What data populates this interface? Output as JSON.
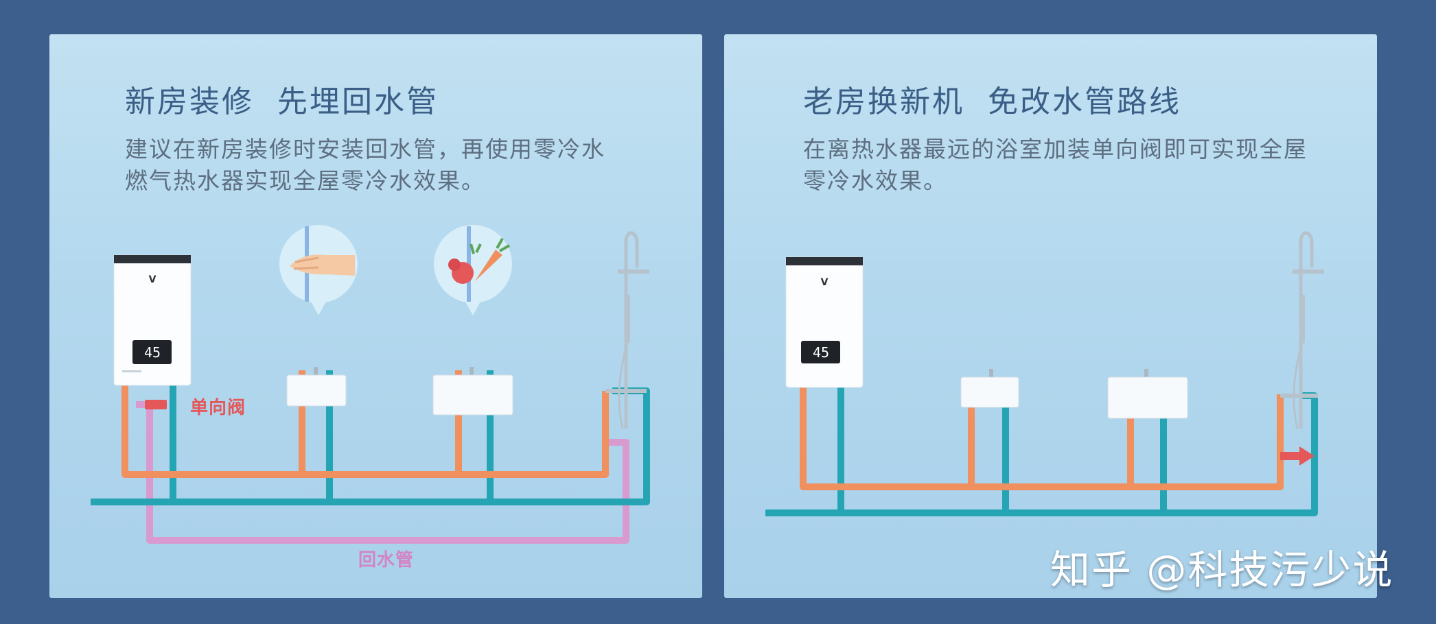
{
  "left_panel": {
    "title": "新房装修  先埋回水管",
    "description": "建议在新房装修时安装回水管，再使用零冷水燃气热水器实现全屋零冷水效果。",
    "heater_display": "45",
    "heater_logo": "V",
    "valve_label": "单向阀",
    "return_pipe_label": "回水管"
  },
  "right_panel": {
    "title": "老房换新机  免改水管路线",
    "description": "在离热水器最远的浴室加装单向阀即可实现全屋零冷水效果。",
    "heater_display": "45",
    "heater_logo": "V"
  },
  "watermark": "知乎 @科技污少说",
  "colors": {
    "hot_pipe": "#f0905e",
    "cold_pipe": "#25a5b4",
    "return_pipe": "#d99ad0",
    "valve": "#e4585a",
    "background": "#3d5f8d"
  }
}
